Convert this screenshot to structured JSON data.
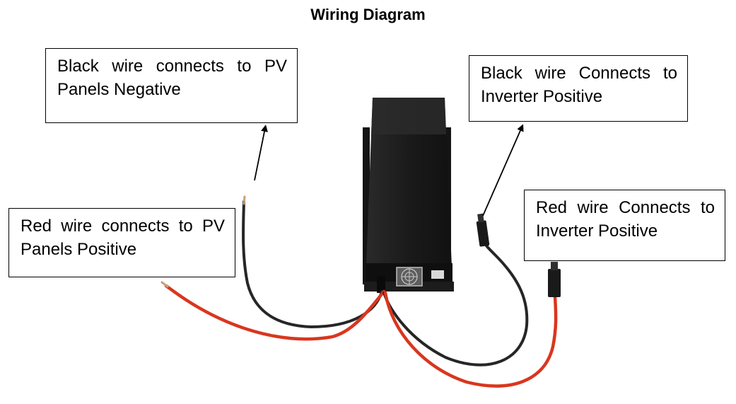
{
  "title": "Wiring Diagram",
  "callouts": {
    "black_to_pv_negative": "Black wire connects to PV Panels Negative",
    "red_to_pv_positive": "Red wire connects to PV Panels Positive",
    "black_to_inverter": "Black wire Connects to Inverter Positive",
    "red_to_inverter": "Red wire Connects to Inverter Positive"
  },
  "colors": {
    "device_body": "#1e1e1e",
    "red_wire": "#d9361f",
    "black_wire": "#262626",
    "fan_guard": "#9a9a9a"
  }
}
